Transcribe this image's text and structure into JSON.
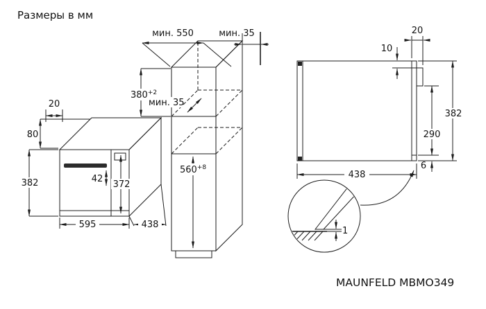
{
  "title": "Размеры в мм",
  "model": "MAUNFELD MBMO349",
  "cabinet": {
    "depth_min": "мин. 550",
    "rear_gap_min": "мин. 35",
    "niche_height": "380",
    "niche_height_tol": "+2",
    "vent_gap_min": "мин. 35",
    "niche_width": "560",
    "niche_width_tol": "+8"
  },
  "oven": {
    "door_overhang": "20",
    "panel_height": "80",
    "height": "382",
    "handle_offset": "42",
    "body_height": "372",
    "width": "595",
    "depth": "438"
  },
  "side_view": {
    "flange_width": "20",
    "top_clearance": "10",
    "height": "382",
    "rear_height": "290",
    "bottom_clearance": "6",
    "depth": "438"
  },
  "detail": {
    "gap": "1"
  }
}
